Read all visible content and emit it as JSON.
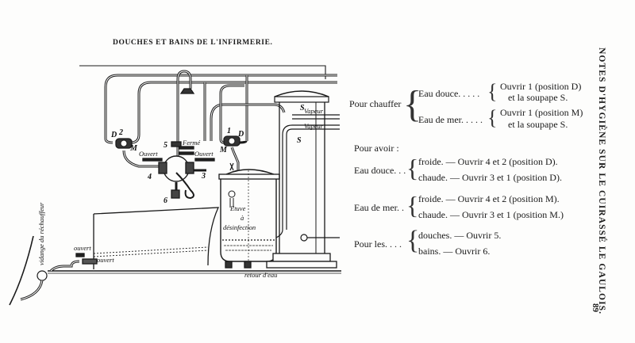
{
  "header": {
    "running_title": "DOUCHES ET BAINS DE L'INFIRMERIE.",
    "side_title": "NOTES D'HYGIÈNE SUR LE CUIRASSÉ LE GAULOIS.",
    "page_number": "89"
  },
  "diagram": {
    "labels": {
      "vapeur_1": "Vapeur",
      "vapeur_2": "Vapeur",
      "s_valve": "S",
      "s_tank": "S",
      "ferme": "Fermé",
      "ouvert_left": "Ouvert",
      "ouvert_right": "Ouvert",
      "ouvert_bath_1": "ouvert",
      "ouvert_bath_2": "ouvert",
      "etuve_1": "Etuve",
      "etuve_2": "à",
      "etuve_3": "désinfection",
      "retour": "retour d'eau",
      "vidange": "vidange du réchauffeur",
      "valve_1": "1",
      "valve_2": "2",
      "valve_3": "3",
      "valve_4": "4",
      "valve_5": "5",
      "valve_6": "6",
      "pos_d_left": "D",
      "pos_m_left": "M",
      "pos_d_right": "D",
      "pos_m_right": "M"
    }
  },
  "legend": {
    "chauffer": {
      "label": "Pour chauffer",
      "douce_label": "Eau douce. . .  . .",
      "douce_line1": "Ouvrir 1 (position D)",
      "douce_line2": "et la soupape S.",
      "mer_label": "Eau de mer. . . . .",
      "mer_line1": "Ouvrir 1 (position M)",
      "mer_line2": "et la soupape S."
    },
    "avoir": {
      "label": "Pour avoir :",
      "douce_label": "Eau douce. . .",
      "douce_froide": "froide. — Ouvrir 4 et 2 (position D).",
      "douce_chaude": "chaude. — Ouvrir 3 et 1 (position D).",
      "mer_label": "Eau de mer. .",
      "mer_froide": "froide. — Ouvrir 4 et 2 (position M).",
      "mer_chaude": "chaude. — Ouvrir 3 et 1 (position M.)"
    },
    "pour_les": {
      "label": "Pour les. . . .",
      "douches": "douches. — Ouvrir 5.",
      "bains": "bains. — Ouvrir 6."
    }
  }
}
